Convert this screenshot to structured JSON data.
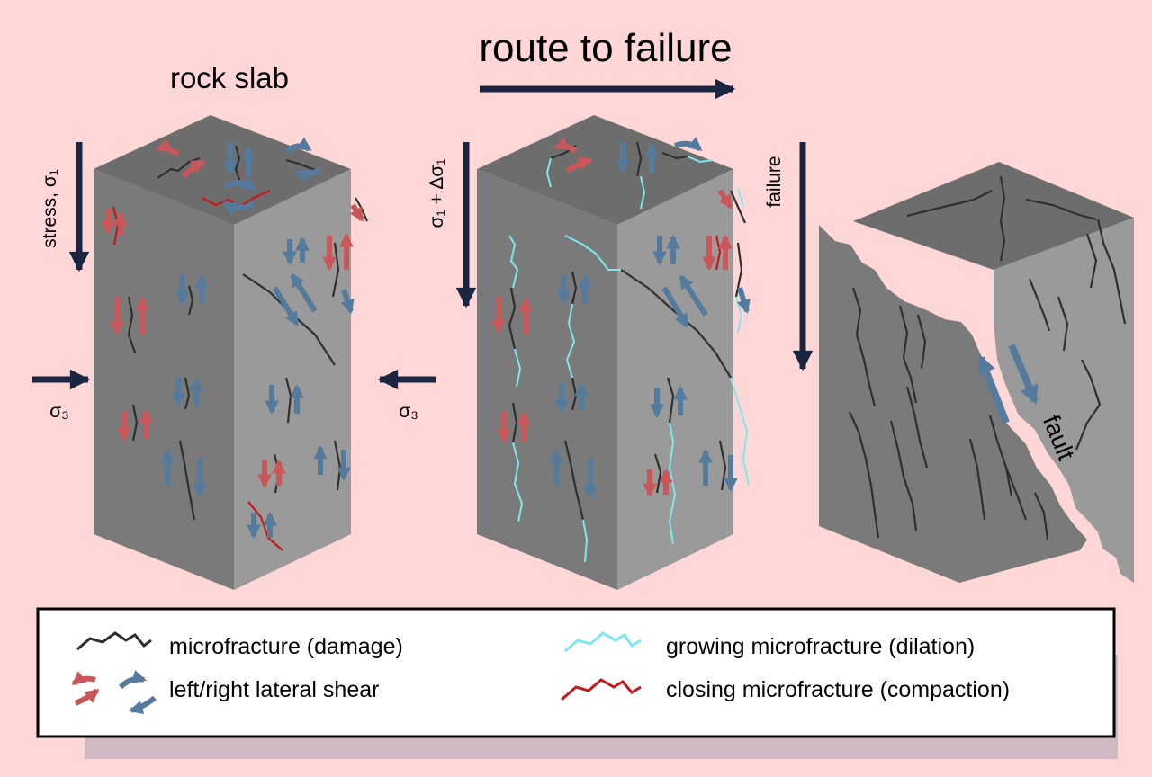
{
  "title": "route to failure",
  "slab_label": "rock slab",
  "stage1": {
    "sigma1_label": "stress, σ₁",
    "sigma3_left": "σ₃",
    "sigma3_right": "σ₃"
  },
  "stage2": {
    "sigma_label": "σ₁ + Δσ₁"
  },
  "stage3": {
    "label": "failure",
    "fault_label": "fault"
  },
  "legend": {
    "microfracture": "microfracture (damage)",
    "shear": "left/right lateral shear",
    "growing": "growing microfracture (dilation)",
    "closing": "closing microfracture (compaction)"
  },
  "colors": {
    "background": "#ffd7d7",
    "block_top": "#6d6d6d",
    "block_left": "#7a7a7a",
    "block_right": "#9a9a9a",
    "arrow_navy": "#1b2440",
    "shear_red": "#c9575a",
    "shear_blue": "#547a9d",
    "growing_cyan": "#7fe8ef",
    "closing_red": "#c11a1a",
    "fault": "#ffd7d7"
  }
}
